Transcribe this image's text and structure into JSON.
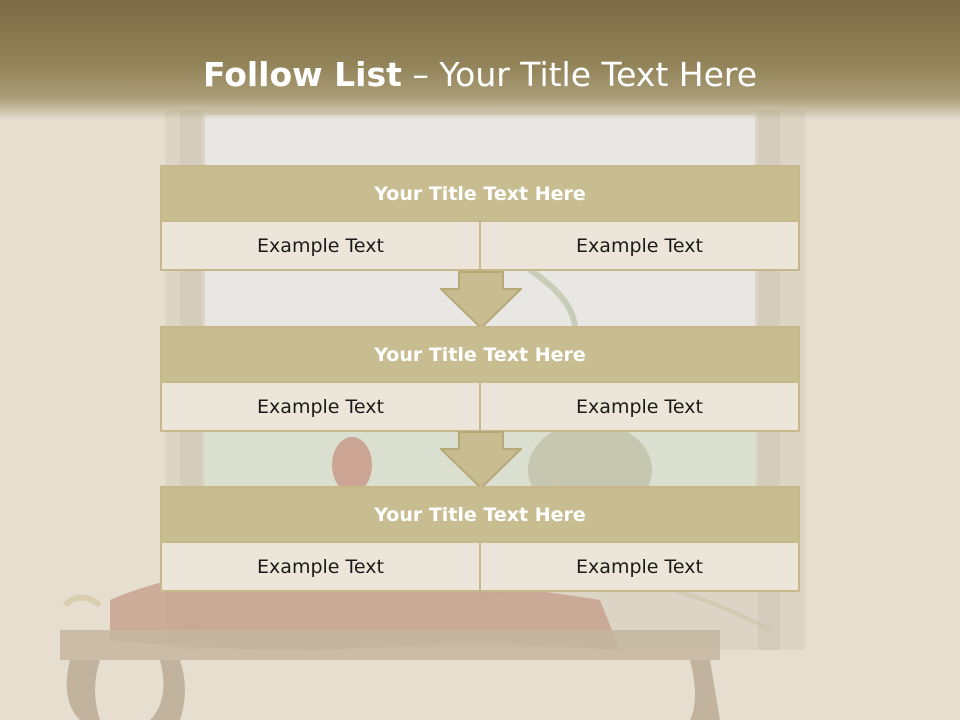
{
  "slide": {
    "title_bold": "Follow List",
    "title_rest": " – Your Title Text Here"
  },
  "blocks": [
    {
      "title": "Your Title Text Here",
      "left": "Example Text",
      "right": "Example Text"
    },
    {
      "title": "Your Title Text Here",
      "left": "Example Text",
      "right": "Example Text"
    },
    {
      "title": "Your Title Text Here",
      "left": "Example Text",
      "right": "Example Text"
    }
  ],
  "colors": {
    "header": "#8a7a50",
    "box_fill": "#c8bc91",
    "cell_fill": "#ece6da",
    "accent_border": "#c6b88a"
  }
}
